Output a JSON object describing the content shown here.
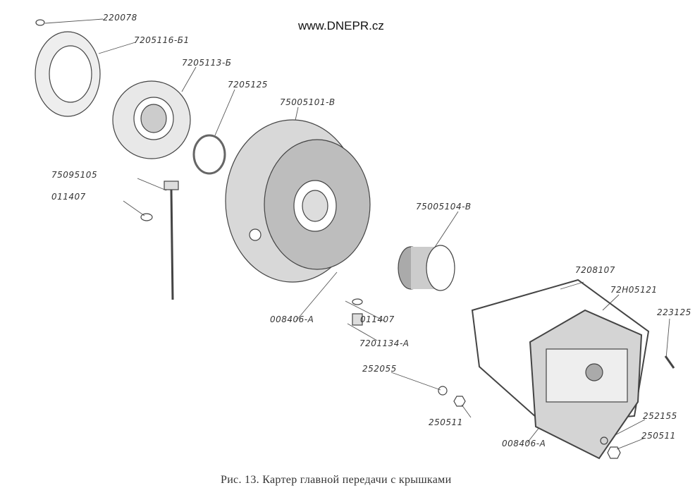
{
  "header": {
    "site": "www.DNEPR.cz"
  },
  "caption": "Рис. 13. Картер главной передачи с крышками",
  "labels": [
    "220078",
    "7205116-Б1",
    "7205113-Б",
    "7205125",
    "75005101-В",
    "75095105",
    "011407",
    "75005104-В",
    "008406-А",
    "011407",
    "7201134-А",
    "7208107",
    "72Н05121",
    "223125",
    "252055",
    "250511",
    "252155",
    "250511",
    "008406-А"
  ]
}
